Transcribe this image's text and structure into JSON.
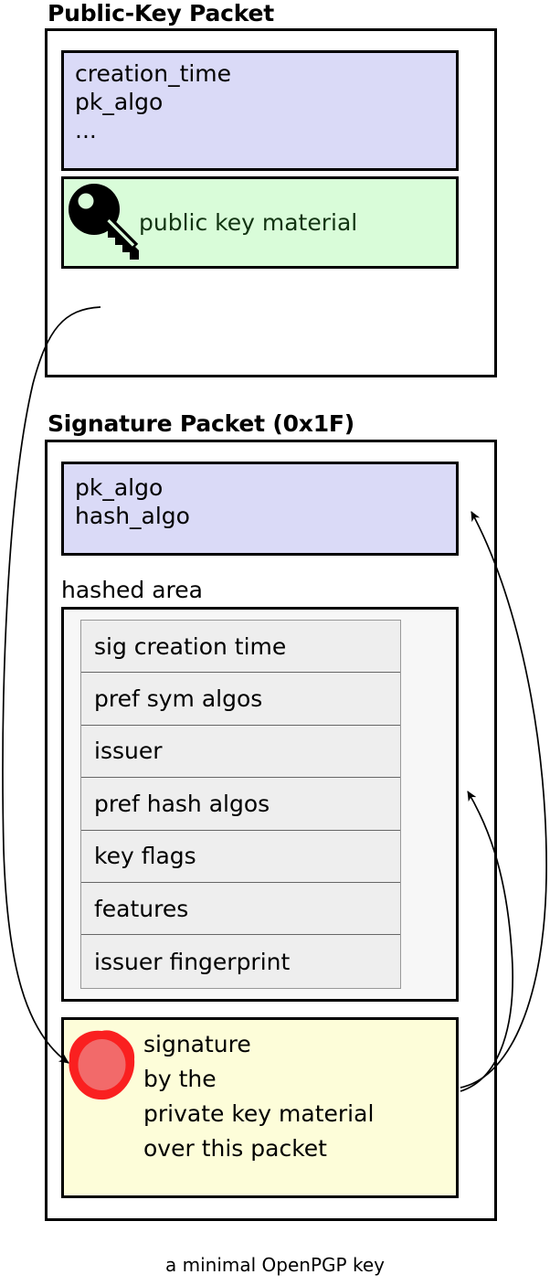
{
  "caption": "a minimal OpenPGP key",
  "public_key_packet": {
    "heading": "Public-Key Packet",
    "fields_block": {
      "text": "creation_time\npk_algo\n...",
      "fill": "#dadaf7"
    },
    "material_block": {
      "icon": "key-icon",
      "label": "public key material",
      "fill": "#d9fcd9"
    }
  },
  "signature_packet": {
    "heading": "Signature Packet (0x1F)",
    "algo_block": {
      "text": "pk_algo\nhash_algo",
      "fill": "#dadaf7"
    },
    "hashed_area": {
      "label": "hashed area",
      "fill": "#f7f7f7",
      "subpackets": [
        "sig creation time",
        "pref sym algos",
        "issuer",
        "pref hash algos",
        "key flags",
        "features",
        "issuer fingerprint"
      ]
    },
    "signature_block": {
      "icon": "wax-seal-icon",
      "text": "signature\nby the\nprivate key material\nover this packet",
      "fill": "#fdfdd9",
      "seal_ring_color": "#fa2020",
      "seal_fill_color": "#f26a6a"
    }
  },
  "arrows": [
    {
      "name": "public-key-to-signature-arrow",
      "from": "public-key-packet",
      "to": "signature-block"
    },
    {
      "name": "signature-to-algo-arrow",
      "from": "signature-block",
      "to": "sig-algo-block"
    },
    {
      "name": "signature-to-hashed-area-arrow",
      "from": "signature-block",
      "to": "hashed-area-block"
    }
  ]
}
